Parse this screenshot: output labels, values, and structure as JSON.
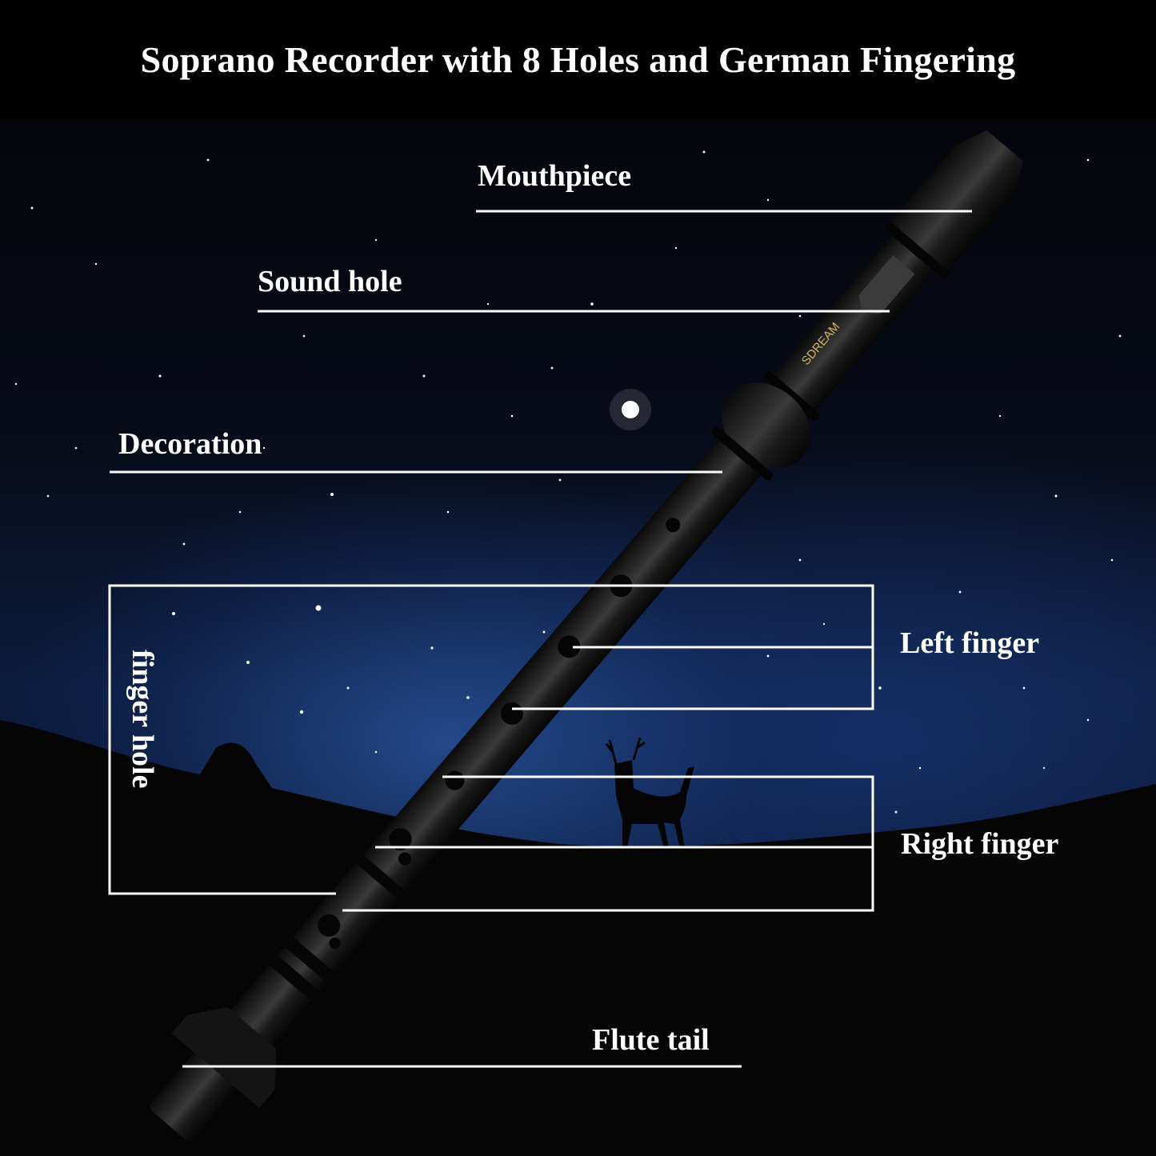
{
  "header": {
    "title": "Soprano Recorder with 8 Holes and German Fingering"
  },
  "product": {
    "brand_mark": "SDREAM",
    "brand_color": "#d4b25a",
    "body_color": "#111111"
  },
  "labels": {
    "mouthpiece": "Mouthpiece",
    "sound_hole": "Sound hole",
    "decoration": "Decoration",
    "finger_hole": "finger hole",
    "left_finger": "Left finger",
    "right_finger": "Right finger",
    "flute_tail": "Flute tail"
  },
  "scene": {
    "background": "night sky with stars, moon, hill silhouette and deer silhouette",
    "line_color": "#ffffff"
  }
}
